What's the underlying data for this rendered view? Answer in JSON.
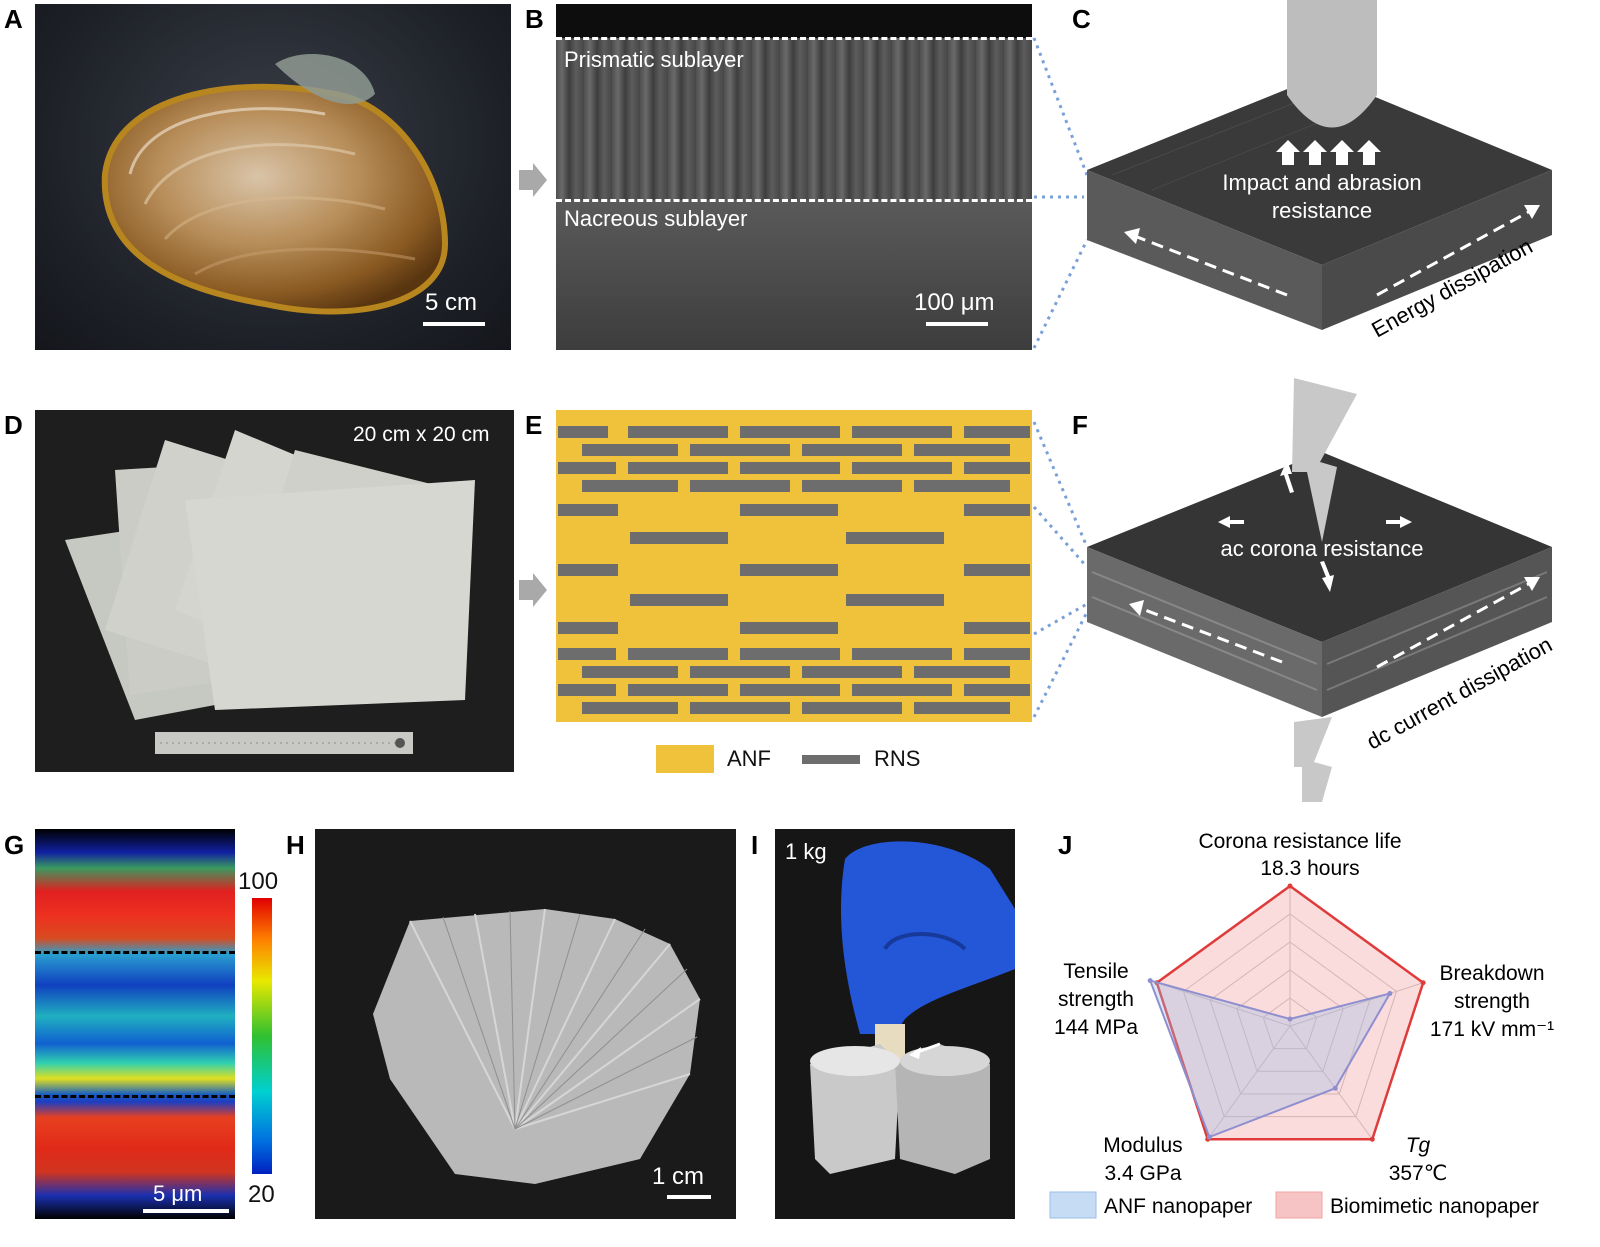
{
  "panels": {
    "A": {
      "label": "A",
      "scale": "5 cm"
    },
    "B": {
      "label": "B",
      "top_layer": "Prismatic sublayer",
      "bottom_layer": "Nacreous sublayer",
      "scale": "100 μm"
    },
    "C": {
      "label": "C",
      "annotation_line1": "Impact and abrasion",
      "annotation_line2": "resistance",
      "side": "Energy dissipation"
    },
    "D": {
      "label": "D",
      "size": "20 cm x 20 cm"
    },
    "E": {
      "label": "E",
      "legend": [
        {
          "name": "ANF",
          "color": "#f0c13b"
        },
        {
          "name": "RNS",
          "color": "#6d6d6d"
        }
      ]
    },
    "F": {
      "label": "F",
      "annotation": "ac corona resistance",
      "side": "dc current dissipation"
    },
    "G": {
      "label": "G",
      "scale": "5 μm",
      "cbar_max": "100",
      "cbar_min": "20"
    },
    "H": {
      "label": "H",
      "scale": "1 cm"
    },
    "I": {
      "label": "I",
      "weight": "1 kg"
    },
    "J": {
      "label": "J"
    }
  },
  "chart_data": {
    "type": "radar",
    "axes": [
      {
        "line1": "Corona resistance life",
        "line2": "18.3 hours"
      },
      {
        "line1": "Breakdown",
        "line2": "strength",
        "line3": "171 kV mm⁻¹"
      },
      {
        "line1": "Tg",
        "line2": "357℃"
      },
      {
        "line1": "Modulus",
        "line2": "3.4 GPa"
      },
      {
        "line1": "Tensile",
        "line2": "strength",
        "line3": "144 MPa"
      }
    ],
    "series": [
      {
        "name": "ANF nanopaper",
        "color": "#9bbde8",
        "values": [
          0.05,
          0.75,
          0.55,
          0.98,
          1.05
        ]
      },
      {
        "name": "Biomimetic nanopaper",
        "color": "#e03b3b",
        "values": [
          1.0,
          1.0,
          1.0,
          1.0,
          1.0
        ]
      }
    ],
    "rings": 5
  }
}
